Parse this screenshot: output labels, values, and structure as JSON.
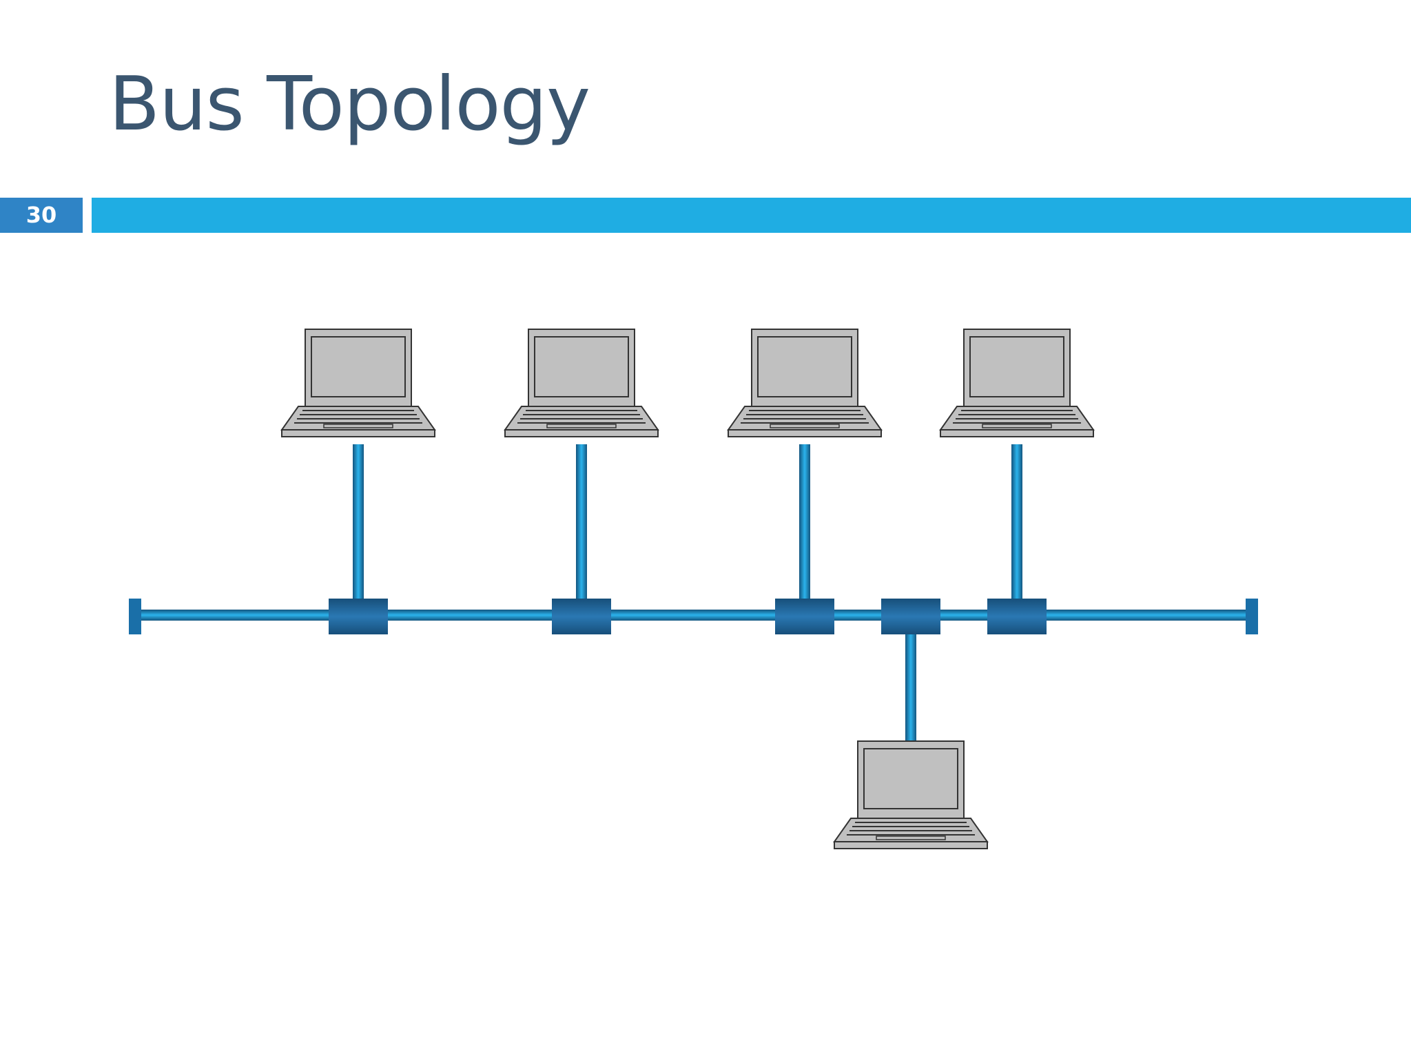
{
  "slide": {
    "title": "Bus Topology",
    "page_number": "30"
  },
  "colors": {
    "title_text": "#3b5670",
    "accent_bar": "#1fade3",
    "page_number_box": "#2f84c6",
    "cable": "#1a8fc9",
    "cable_dark": "#13557f",
    "laptop_body": "#c0c0c0",
    "laptop_outline": "#333333"
  },
  "diagram": {
    "type": "bus-topology",
    "bus_cable": "backbone",
    "terminators": 2,
    "nodes": [
      {
        "device": "laptop-icon",
        "side": "above"
      },
      {
        "device": "laptop-icon",
        "side": "above"
      },
      {
        "device": "laptop-icon",
        "side": "above"
      },
      {
        "device": "laptop-icon",
        "side": "below"
      },
      {
        "device": "laptop-icon",
        "side": "above"
      }
    ]
  }
}
